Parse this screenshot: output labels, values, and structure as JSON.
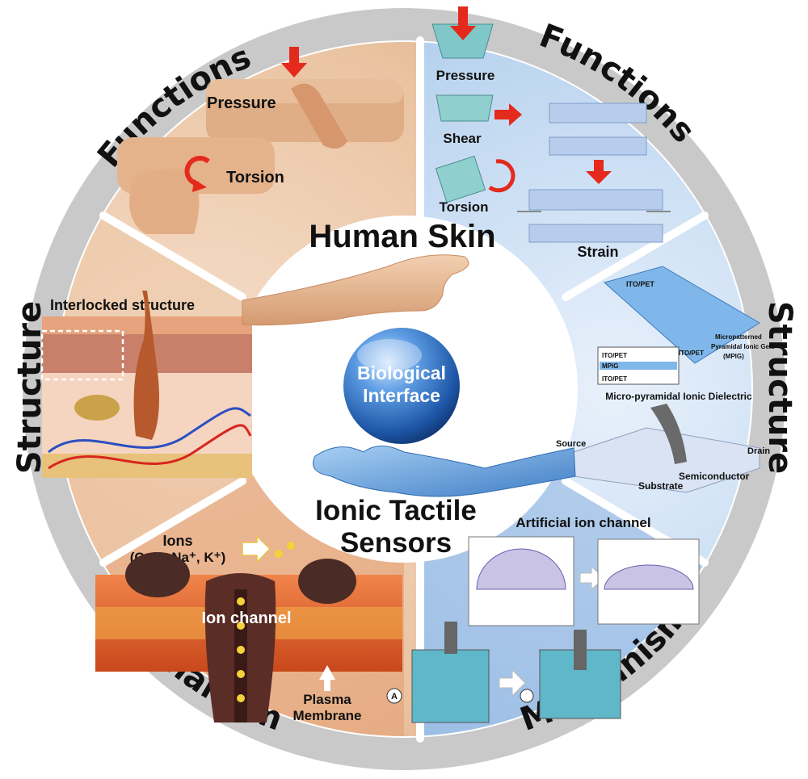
{
  "ring_labels": {
    "functions_left": "Functions",
    "functions_right": "Functions",
    "structure_left": "Structure",
    "structure_right": "Structure",
    "mechanism_left": "Mechanism",
    "mechanism_right": "Mechanism"
  },
  "center": {
    "human_skin": "Human Skin",
    "biological_line1": "Biological",
    "biological_line2": "Interface",
    "ionic_line1": "Ionic Tactile",
    "ionic_line2": "Sensors"
  },
  "human_functions": {
    "pressure": "Pressure",
    "torsion": "Torsion"
  },
  "human_structure": {
    "interlocked": "Interlocked structure"
  },
  "human_mechanism": {
    "ions_line1": "Ions",
    "ions_line2": "(Ca²⁺, Na⁺, K⁺)",
    "ion_channel": "Ion channel",
    "plasma_line1": "Plasma",
    "plasma_line2": "Membrane"
  },
  "sensor_functions": {
    "pressure": "Pressure",
    "shear": "Shear",
    "torsion": "Torsion",
    "strain": "Strain"
  },
  "sensor_structure": {
    "ito_pet_top": "ITO/PET",
    "ito_pet_side": "ITO/PET",
    "mpig_line1": "Micropatterned",
    "mpig_line2": "Pyramidal Ionic Gels",
    "mpig_line3": "(MPIG)",
    "stack_ito_top": "ITO/PET",
    "stack_mpig": "MPIG",
    "stack_ito_bottom": "ITO/PET",
    "micro_pyramidal": "Micro-pyramidal Ionic Dielectric",
    "source": "Source",
    "drain": "Drain",
    "semiconductor": "Semiconductor",
    "substrate": "Substrate"
  },
  "sensor_mechanism": {
    "artificial_channel": "Artificial ion channel",
    "meter_a": "A"
  },
  "colors": {
    "ring": "#c4c4c4",
    "skin_light": "#f3d7bf",
    "skin_mid": "#e8b894",
    "skin_dark": "#c9835a",
    "blue_light": "#dbe9f8",
    "blue_mid": "#a9c8ea",
    "blue_dark": "#5f93cf",
    "membrane": "#e2662e",
    "arrow_red": "#e32a1c",
    "globe": "#2a6fc1"
  }
}
